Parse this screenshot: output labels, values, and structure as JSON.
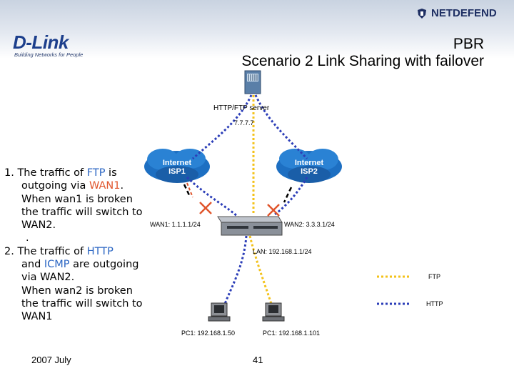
{
  "header": {
    "brand_logo": "D-Link",
    "brand_tagline": "Building Networks for People",
    "product_logo": "NETDEFEND",
    "title_line1": "PBR",
    "title_line2": "Scenario 2 Link Sharing with failover"
  },
  "diagram": {
    "server_label": "HTTP/FTP server",
    "server_ip": "7.7.7.7",
    "cloud1": {
      "name": "Internet",
      "isp": "ISP1"
    },
    "cloud2": {
      "name": "Internet",
      "isp": "ISP2"
    },
    "wan1": "WAN1: 1.1.1.1/24",
    "wan2": "WAN2: 3.3.3.1/24",
    "lan": "LAN: 192.168.1.1/24",
    "pc1_label": "PC1: 192.168.1.50",
    "pc2_label": "PC1: 192.168.1.101",
    "failure_marks": 2
  },
  "legend": [
    {
      "label": "FTP",
      "color": "#f3c21a"
    },
    {
      "label": "HTTP",
      "color": "#2c3eb8"
    }
  ],
  "notes": {
    "item1_prefix": "1. The traffic of ",
    "item1_proto": "FTP",
    "item1_mid": " is",
    "item1_line2_a": "outgoing via ",
    "item1_wan": "WAN1",
    "item1_line2_b": ".",
    "item1_line3": "When wan1 is broken",
    "item1_line4": "the traffic will switch to",
    "item1_line5": "WAN2.",
    "item1_line6": ".",
    "item2_prefix": "2. The traffic of ",
    "item2_proto": "HTTP",
    "item2_line2_a": "and ",
    "item2_proto2": "ICMP",
    "item2_line2_b": " are outgoing",
    "item2_line3": "via WAN2.",
    "item2_line4": "When wan2 is broken",
    "item2_line5": "the traffic will switch to",
    "item2_line6": "WAN1"
  },
  "footer": {
    "date": "2007 July",
    "page": "41"
  },
  "colors": {
    "ftp": "#f3c21a",
    "http": "#2c3eb8",
    "failure": "#e0552c",
    "cloud": "#1d6fc2"
  }
}
